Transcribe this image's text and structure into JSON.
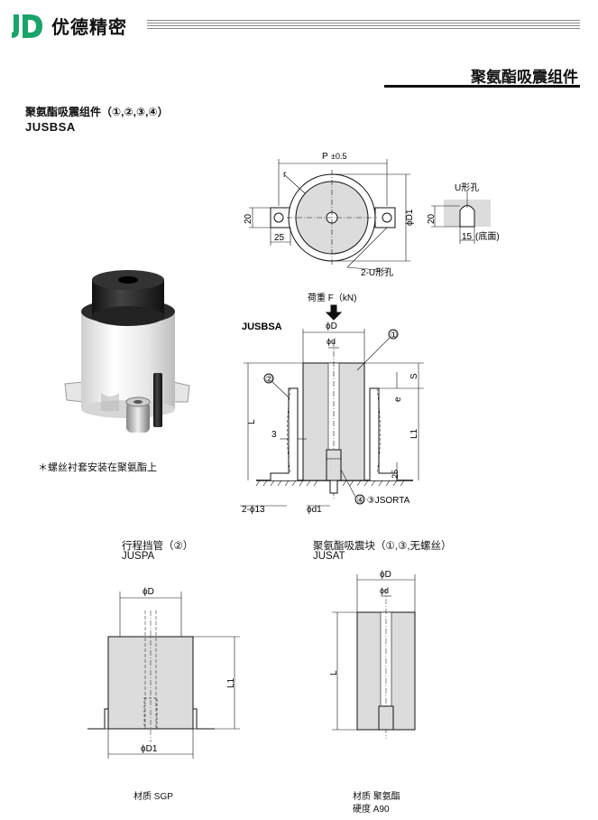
{
  "header": {
    "brand": "优德精密",
    "section_title": "聚氨酯吸震组件"
  },
  "assembly": {
    "title": "聚氨酯吸震组件（①,②,③,④）",
    "code": "JUSBSA",
    "photo_note": "＊螺丝衬套安装在聚氨酯上"
  },
  "top_view": {
    "p_label": "P",
    "p_tol": "±0.5",
    "r_label": "r",
    "d1_label": "ϕD1",
    "dim_20": "20",
    "dim_25": "25",
    "hole_label": "2-U形孔"
  },
  "u_hole": {
    "title": "U形孔",
    "dim_20": "20",
    "dim_15": "15",
    "bottom_note": "(底面)"
  },
  "section_view": {
    "load_label": "荷重 F（kN)",
    "code": "JUSBSA",
    "phi_D": "ϕD",
    "phi_d": "ϕd",
    "callout_1": "①",
    "callout_2": "②",
    "callout_34": "④ ③JSORTA",
    "S": "S",
    "e": "e",
    "L": "L",
    "L1": "L1",
    "dim_3": "3",
    "dim_25": "25",
    "holes": "2-ϕ13",
    "phi_d1": "ϕd1"
  },
  "sub1": {
    "name": "行程挡管（②）",
    "code": "JUSPA",
    "phi_D": "ϕD",
    "phi_D1": "ϕD1",
    "L1": "L1",
    "material": "材质  SGP"
  },
  "sub2": {
    "name": "聚氨酯吸震块（①,③,无螺丝）",
    "code": "JUSAT",
    "phi_D": "ϕD",
    "phi_d": "ϕd",
    "L": "L",
    "material": "材质  聚氨酯",
    "hardness": "硬度  A90"
  },
  "colors": {
    "logo_green": "#1aa36b",
    "part_gray": "#dcdcdc",
    "dark": "#111111"
  }
}
